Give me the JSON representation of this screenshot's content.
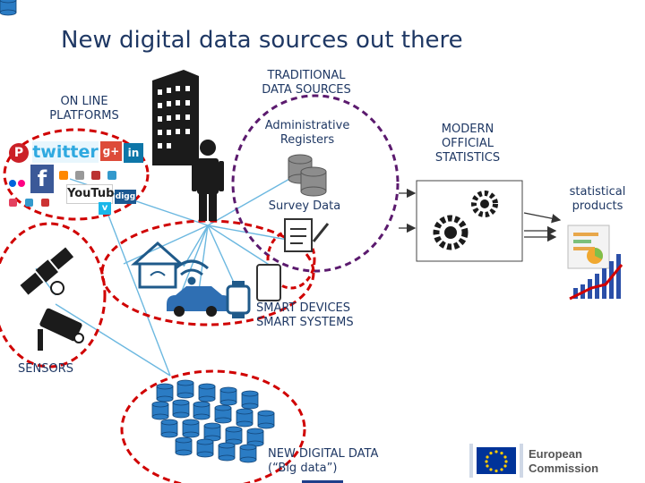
{
  "title": "New digital data sources out there",
  "labels": {
    "online_platforms": [
      "ON LINE",
      "PLATFORMS"
    ],
    "traditional_sources": [
      "TRADITIONAL",
      "DATA SOURCES"
    ],
    "admin_registers": [
      "Administrative",
      "Registers"
    ],
    "modern_stats": [
      "MODERN",
      "OFFICIAL",
      "STATISTICS"
    ],
    "statistical_products": [
      "statistical",
      "products"
    ],
    "survey_data": "Survey Data",
    "smart_devices": [
      "SMART DEVICES",
      "SMART SYSTEMS"
    ],
    "sensors": "SENSORS",
    "big_data": [
      "NEW DIGITAL DATA",
      "(“Big data”)"
    ]
  },
  "social_logos": [
    "P",
    "twitter",
    "g+",
    "in",
    "f",
    "YouTube",
    "digg",
    "v"
  ],
  "logo": {
    "line1": "European",
    "line2": "Commission"
  },
  "colors": {
    "title": "#1f3864",
    "label_blue": "#1f3864",
    "label_red": "#c00000",
    "circle_red": "#d00000",
    "circle_purple": "#5b1a6e",
    "arrow_blue": "#5fb0d8",
    "icon_dark": "#222222"
  }
}
